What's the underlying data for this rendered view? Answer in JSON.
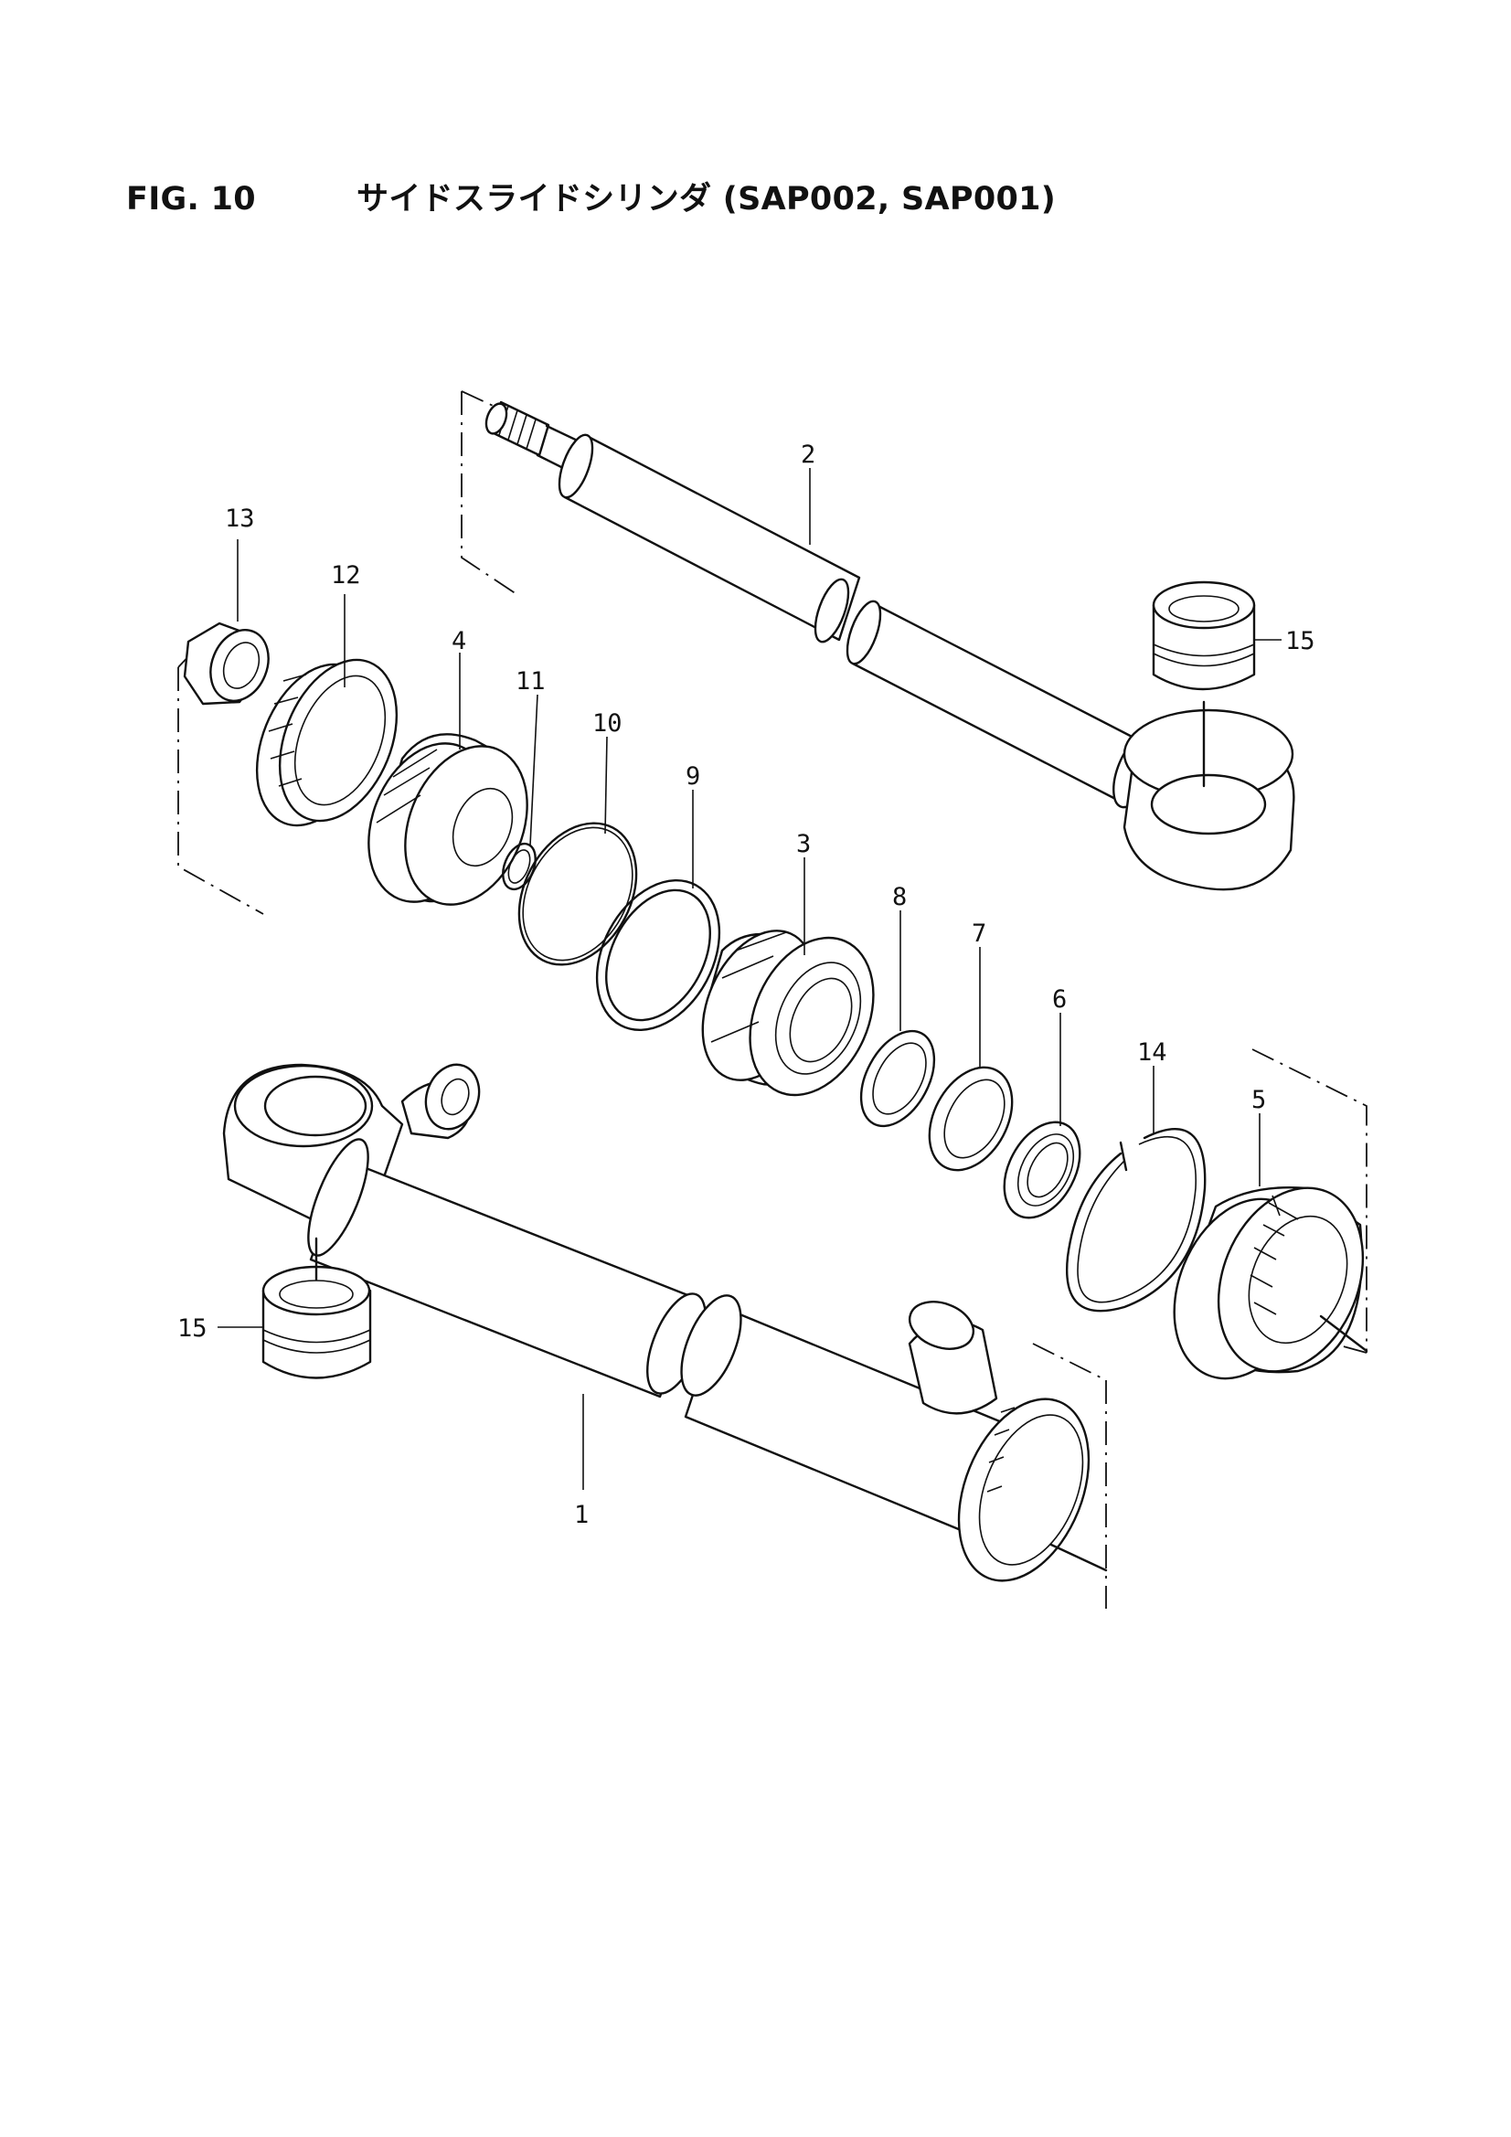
{
  "figure": {
    "number": "FIG. 10",
    "title": "サイドスライドシリンダ (SAP002, SAP001)"
  },
  "callouts": [
    {
      "id": "c1",
      "label": "1"
    },
    {
      "id": "c2",
      "label": "2"
    },
    {
      "id": "c3",
      "label": "3"
    },
    {
      "id": "c4",
      "label": "4"
    },
    {
      "id": "c5",
      "label": "5"
    },
    {
      "id": "c6",
      "label": "6"
    },
    {
      "id": "c7",
      "label": "7"
    },
    {
      "id": "c8",
      "label": "8"
    },
    {
      "id": "c9",
      "label": "9"
    },
    {
      "id": "c10",
      "label": "10"
    },
    {
      "id": "c11",
      "label": "11"
    },
    {
      "id": "c12",
      "label": "12"
    },
    {
      "id": "c13",
      "label": "13"
    },
    {
      "id": "c14",
      "label": "14"
    },
    {
      "id": "c15a",
      "label": "15"
    },
    {
      "id": "c15b",
      "label": "15"
    }
  ]
}
